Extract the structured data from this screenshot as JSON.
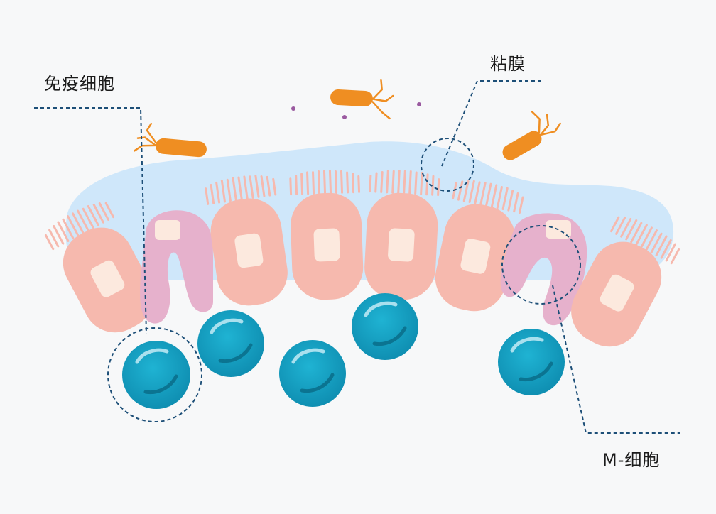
{
  "labels": {
    "immune_cell": "免疫细胞",
    "mucus": "粘膜",
    "m_cell": "M-细胞"
  },
  "colors": {
    "background": "#f7f8f9",
    "mucus_layer": "#cfe7fa",
    "epithelial_cell": "#f6b9ae",
    "epithelial_nucleus": "#fce9de",
    "m_cell": "#e6b1cc",
    "immune_cell": "#139ec0",
    "bacteria": "#ef8e22",
    "callout_line": "#1d4f78",
    "particle": "#9a5aa0"
  },
  "icons": [
    "bacteria-icon",
    "immune-cell-icon",
    "epithelial-cell-icon",
    "m-cell-icon"
  ]
}
